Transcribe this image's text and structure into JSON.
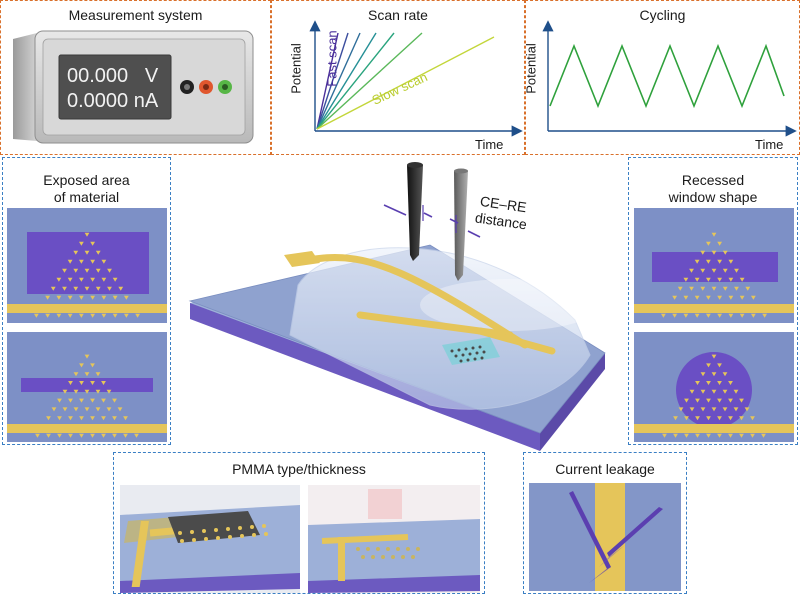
{
  "panels": {
    "measurement": {
      "title": "Measurement system",
      "display_line1": "00.000   V",
      "display_line2": "0.0000 nA"
    },
    "scan_rate": {
      "title": "Scan rate",
      "y_label": "Potential",
      "x_label": "Time",
      "fast_label": "Fast scan",
      "slow_label": "Slow scan"
    },
    "cycling": {
      "title": "Cycling",
      "y_label": "Potential",
      "x_label": "Time"
    },
    "exposed_area": {
      "title_line1": "Exposed area",
      "title_line2": "of material"
    },
    "recessed_window": {
      "title_line1": "Recessed",
      "title_line2": "window shape"
    },
    "center": {
      "ce_re_line1": "CE–RE",
      "ce_re_line2": "distance"
    },
    "pmma": {
      "title": "PMMA type/thickness"
    },
    "current_leakage": {
      "title": "Current leakage"
    }
  },
  "colors": {
    "orange_border": "#d9702b",
    "blue_border": "#3a7fc4",
    "substrate_blue": "#7d90c6",
    "window_purple": "#6a4fc4",
    "gold": "#e5c55a",
    "slow_green": "#c3d63a",
    "fast_purple": "#4a2f9a",
    "cycle_green": "#2fa13c"
  }
}
